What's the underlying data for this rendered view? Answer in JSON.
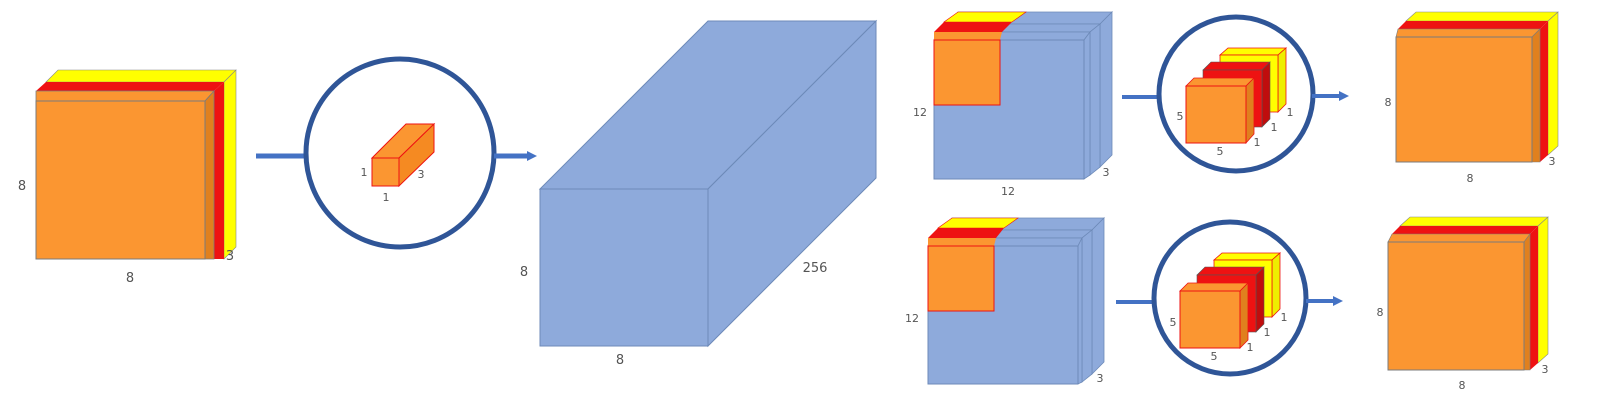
{
  "colors": {
    "orange": "#fb9631",
    "orange_edge": "#e8741a",
    "red": "#ee1212",
    "yellow": "#ffff00",
    "blue": "#8eaadb",
    "blue_edge": "#6d8ab8",
    "circle_stroke": "#2f5597",
    "arrow": "#4472c4",
    "label": "#555555"
  },
  "input_image": {
    "height": "8",
    "width": "8",
    "depth": "3"
  },
  "pointwise_kernel": {
    "height": "1",
    "width": "1",
    "depth": "3"
  },
  "output_volume": {
    "height": "8",
    "width": "8",
    "depth": "256"
  },
  "padded_top": {
    "height": "12",
    "width": "12",
    "depth": "3"
  },
  "kernel_top": {
    "size": "5",
    "width": "5",
    "d1": "1",
    "d2": "1",
    "d3": "1"
  },
  "result_top": {
    "height": "8",
    "width": "8",
    "depth": "3"
  },
  "padded_bottom": {
    "height": "12",
    "depth": "3"
  },
  "kernel_bottom": {
    "size": "5",
    "width": "5",
    "d1": "1",
    "d2": "1",
    "d3": "1"
  },
  "result_bottom": {
    "height": "8",
    "width": "8",
    "depth": "3"
  }
}
